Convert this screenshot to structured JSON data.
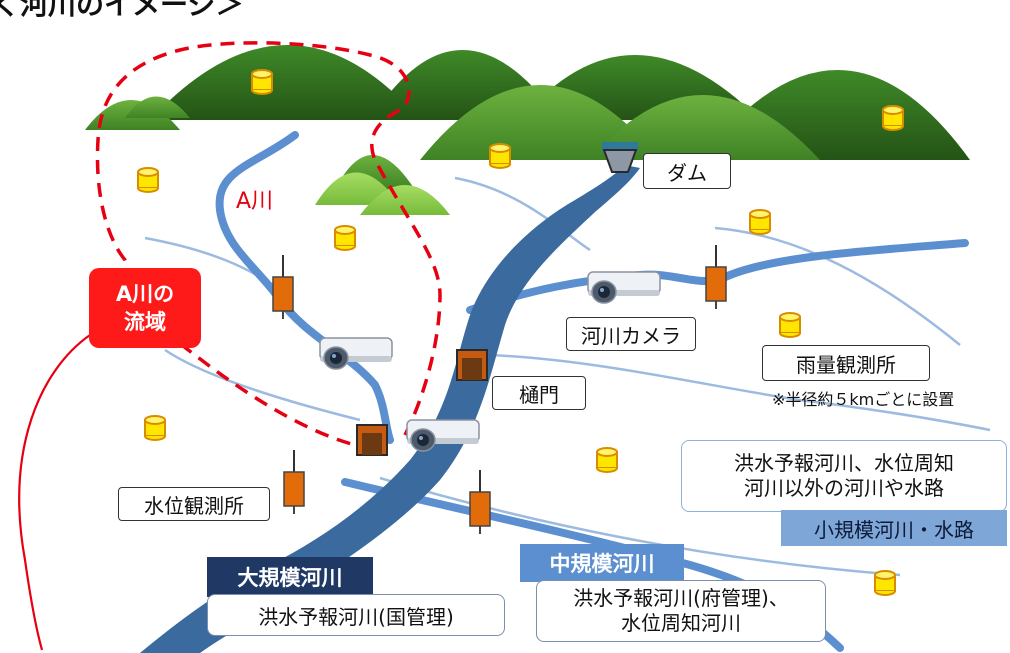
{
  "title": "く河川のイメージ＞",
  "rivers": {
    "a_river": "A川"
  },
  "labels": {
    "dam": "ダム",
    "river_camera": "河川カメラ",
    "sluice_gate": "樋門",
    "rain_gauge_station": "雨量観測所",
    "rain_gauge_note": "※半径約５kmごとに設置",
    "water_level_station": "水位観測所",
    "basin_line1": "A川の",
    "basin_line2": "流域"
  },
  "categories": {
    "large": {
      "heading": "大規模河川",
      "description": "洪水予報河川(国管理)"
    },
    "medium": {
      "heading": "中規模河川",
      "description_line1": "洪水予報河川(府管理)、",
      "description_line2": "水位周知河川"
    },
    "small": {
      "heading": "小規模河川・水路",
      "description_line1": "洪水予報河川、水位周知",
      "description_line2": "河川以外の河川や水路"
    }
  },
  "colors": {
    "large_river": "#3a6a9e",
    "medium_river": "#5b8fd0",
    "small_river": "#9dbbe0",
    "mountain": "#2f6e1e",
    "basin_boundary": "#e60012",
    "gauge_post": "#e36c0a",
    "rain_gauge": "#ffeb00",
    "large_heading_bg": "#1f3864",
    "medium_heading_bg": "#5b8fd0",
    "small_heading_bg": "#7ea6d6"
  }
}
